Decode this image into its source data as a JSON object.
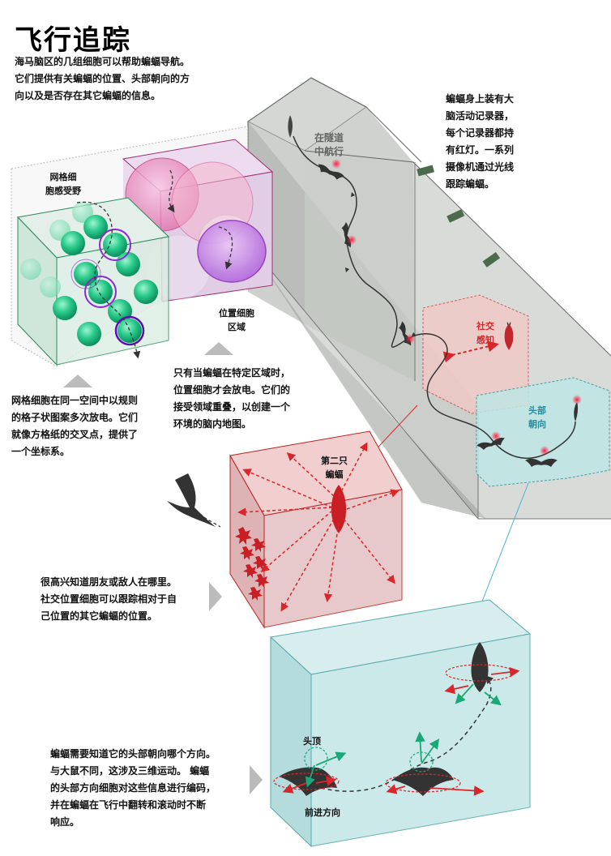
{
  "title": "飞行追踪",
  "intro": [
    "海马脑区的几组细胞可以帮助蝙蝠导航。",
    "它们提供有关蝙蝠的位置、头部朝向的方",
    "向以及是否存在其它蝙蝠的信息。"
  ],
  "grid_label": [
    "网格细",
    "胞感受野"
  ],
  "grid_caption": [
    "网格细胞在同一空间中以规则",
    "的格子状图案多次放电。它们",
    "就像方格纸的交叉点，提供了",
    "一个坐标系。"
  ],
  "place_label": [
    "位置细胞",
    "区域"
  ],
  "place_caption": [
    "只有当蝙蝠在特定区域时，",
    "位置细胞才会放电。它们的",
    "接受领域重叠，以创建一个",
    "环境的脑内地图。"
  ],
  "tunnel_label": [
    "在隧道",
    "中航行"
  ],
  "recorder_caption": [
    "蝙蝠身上装有大",
    "脑活动记录器，",
    "每个记录器都持",
    "有红灯。一系列",
    "摄像机通过光线",
    "跟踪蝙蝠。"
  ],
  "social_label": [
    "社交",
    "感知"
  ],
  "heading_label": [
    "头部",
    "朝向"
  ],
  "second_bat_label": [
    "第二只",
    "蝙蝠"
  ],
  "social_caption": [
    "很高兴知道朋友或敌人在哪里。",
    "社交位置细胞可以跟踪相对于自",
    "己位置的其它蝙蝠的位置。"
  ],
  "head_caption": [
    "蝙蝠需要知道它的头部朝向哪个方向。",
    "与大鼠不同，这涉及三维运动。 蝙蝠",
    "的头部方向细胞对这些信息进行编码，",
    "并在蝙蝠在飞行中翻转和滚动时不断",
    "响应。"
  ],
  "top_of_head_label": "头顶",
  "forward_label": "前进方向",
  "colors": {
    "grid_green": "#1aa877",
    "place_purple": "#9b3fc8",
    "place_pink": "#d94f92",
    "social_red": "#d9262b",
    "head_teal": "#b9e3e3",
    "tunnel_gray": "#b9bdb9"
  }
}
